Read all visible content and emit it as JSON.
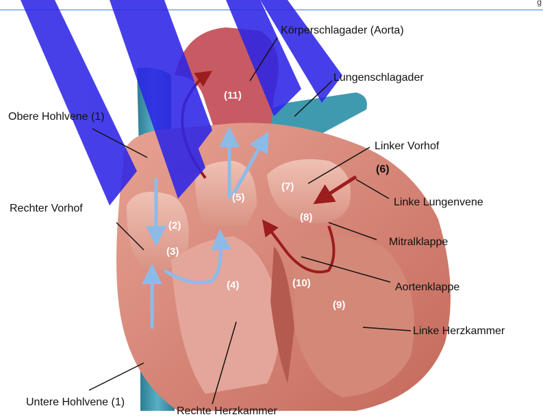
{
  "corner_text": "g",
  "labels": {
    "aorta": "Körperschlagader (Aorta)",
    "pulmonary_artery": "Lungenschlagader",
    "superior_vena_cava": "Obere Hohlvene (1)",
    "left_atrium": "Linker Vorhof",
    "six": "(6)",
    "right_atrium": "Rechter Vorhof",
    "left_pulmonary_vein": "Linke Lungenvene",
    "mitral_valve": "Mitralklappe",
    "aortic_valve": "Aortenklappe",
    "left_ventricle": "Linke Herzkammer",
    "inferior_vena_cava": "Untere Hohlvene (1)",
    "right_ventricle": "Rechte Herzkammer"
  },
  "numbers": {
    "n11": "(11)",
    "n2": "(2)",
    "n3": "(3)",
    "n4": "(4)",
    "n5": "(5)",
    "n7": "(7)",
    "n8": "(8)",
    "n9": "(9)",
    "n10": "(10)"
  },
  "colors": {
    "watermark": "#2d25e6",
    "vein_blue": "#3f9ab0",
    "arrow_blue": "#7fb3e6",
    "arrow_red": "#9b1d1d",
    "tissue": "#d9877a",
    "tissue_dark": "#b55a4e"
  }
}
